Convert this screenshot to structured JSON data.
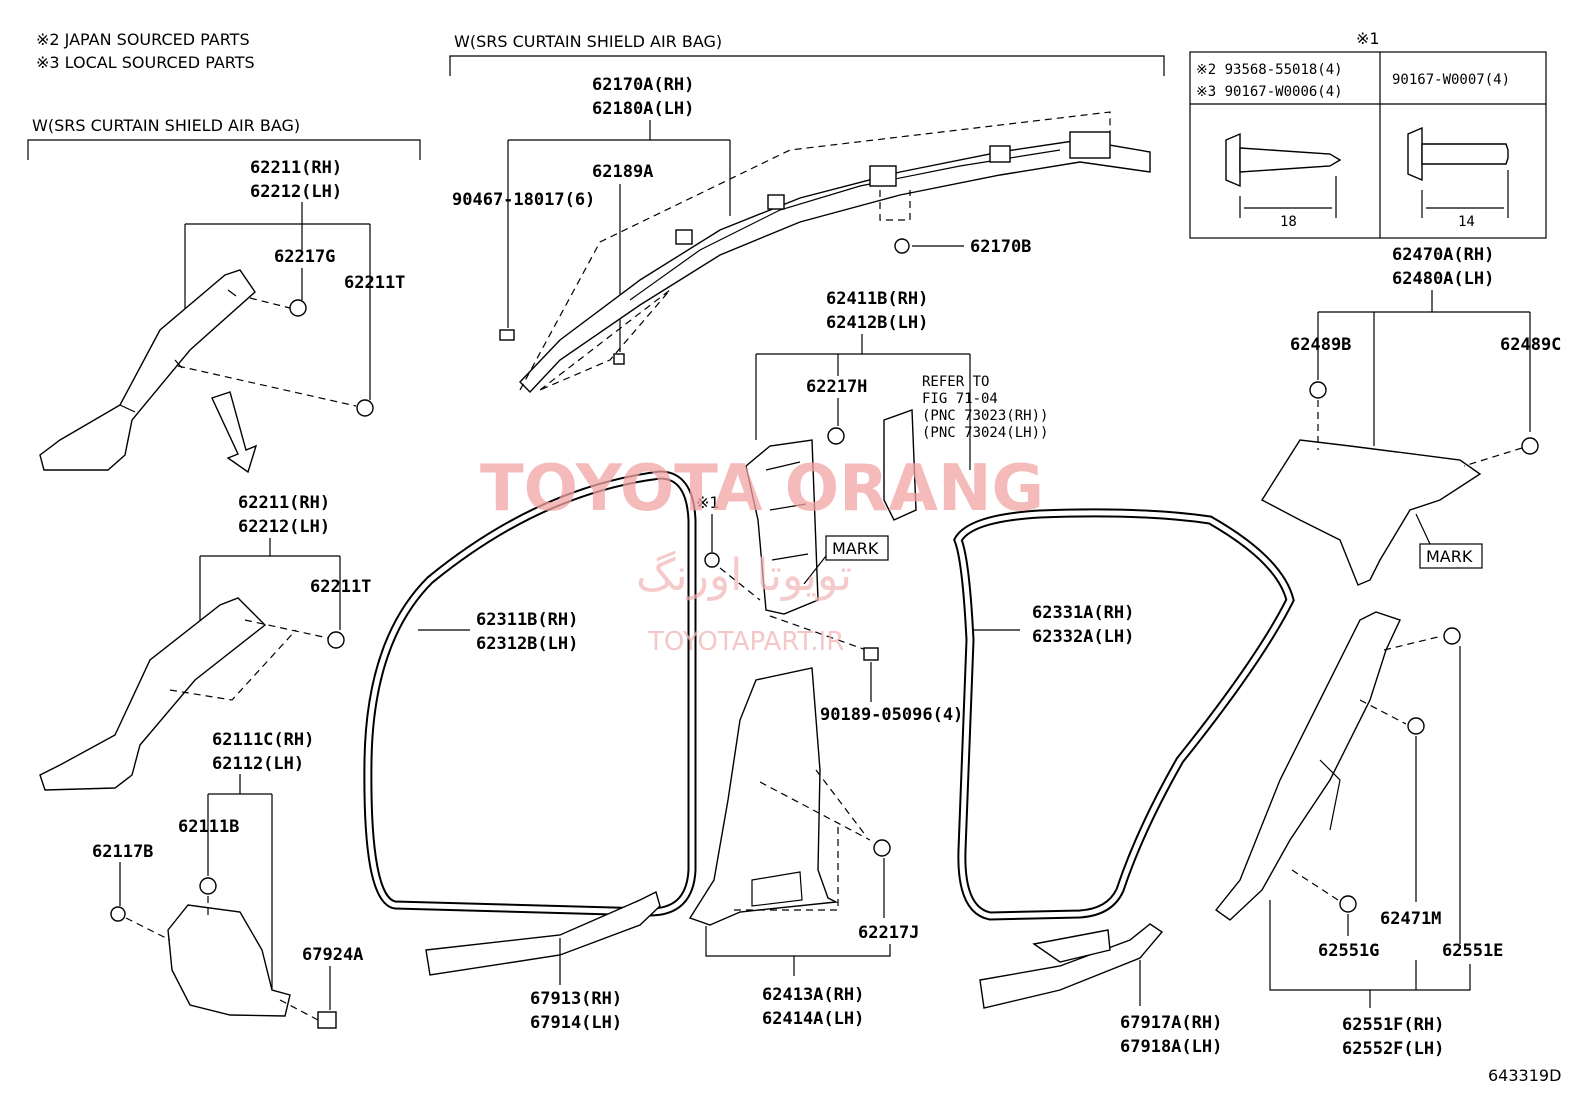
{
  "notes": {
    "japan": "※2 JAPAN SOURCED PARTS",
    "local": "※3 LOCAL SOURCED PARTS",
    "srs_left": "W(SRS CURTAIN SHIELD AIR BAG)",
    "srs_top": "W(SRS CURTAIN SHIELD AIR BAG)"
  },
  "screw_table": {
    "mark": "※1",
    "row1_code": "※2 93568-55018(4)",
    "row2_code": "※3 90167-W0006(4)",
    "right_code": "90167-W0007(4)",
    "dim_left": "18",
    "dim_right": "14"
  },
  "parts": {
    "p62211_rh": "62211(RH)",
    "p62212_lh": "62212(LH)",
    "p62217g": "62217G",
    "p62211t": "62211T",
    "p62211_rh_b": "62211(RH)",
    "p62212_lh_b": "62212(LH)",
    "p62211t_b": "62211T",
    "p62111c_rh": "62111C(RH)",
    "p62112_lh": "62112(LH)",
    "p62111b": "62111B",
    "p62117b": "62117B",
    "p67924a": "67924A",
    "p62170a_rh": "62170A(RH)",
    "p62180a_lh": "62180A(LH)",
    "p62189a": "62189A",
    "p90467": "90467-18017(6)",
    "p62170b": "62170B",
    "p62411b_rh": "62411B(RH)",
    "p62412b_lh": "62412B(LH)",
    "p62217h": "62217H",
    "refer_1": "REFER TO",
    "refer_2": "FIG 71-04",
    "refer_3": "(PNC 73023(RH))",
    "refer_4": "(PNC 73024(LH))",
    "mark1": "MARK",
    "star1": "※1",
    "p62311b_rh": "62311B(RH)",
    "p62312b_lh": "62312B(LH)",
    "p90189": "90189-05096(4)",
    "p67913_rh": "67913(RH)",
    "p67914_lh": "67914(LH)",
    "p62413a_rh": "62413A(RH)",
    "p62414a_lh": "62414A(LH)",
    "p62217j": "62217J",
    "p62331a_rh": "62331A(RH)",
    "p62332a_lh": "62332A(LH)",
    "p67917a_rh": "67917A(RH)",
    "p67918a_lh": "67918A(LH)",
    "p62470a_rh": "62470A(RH)",
    "p62480a_lh": "62480A(LH)",
    "p62489b": "62489B",
    "p62489c": "62489C",
    "mark2": "MARK",
    "p62471m": "62471M",
    "p62551g": "62551G",
    "p62551e": "62551E",
    "p62551f_rh": "62551F(RH)",
    "p62552f_lh": "62552F(LH)",
    "figure_no": "643319D"
  },
  "watermark": {
    "main": "TOYOTA ORANG",
    "persian": "تویوتا اورنگ",
    "site": "TOYOTAPART.IR"
  }
}
